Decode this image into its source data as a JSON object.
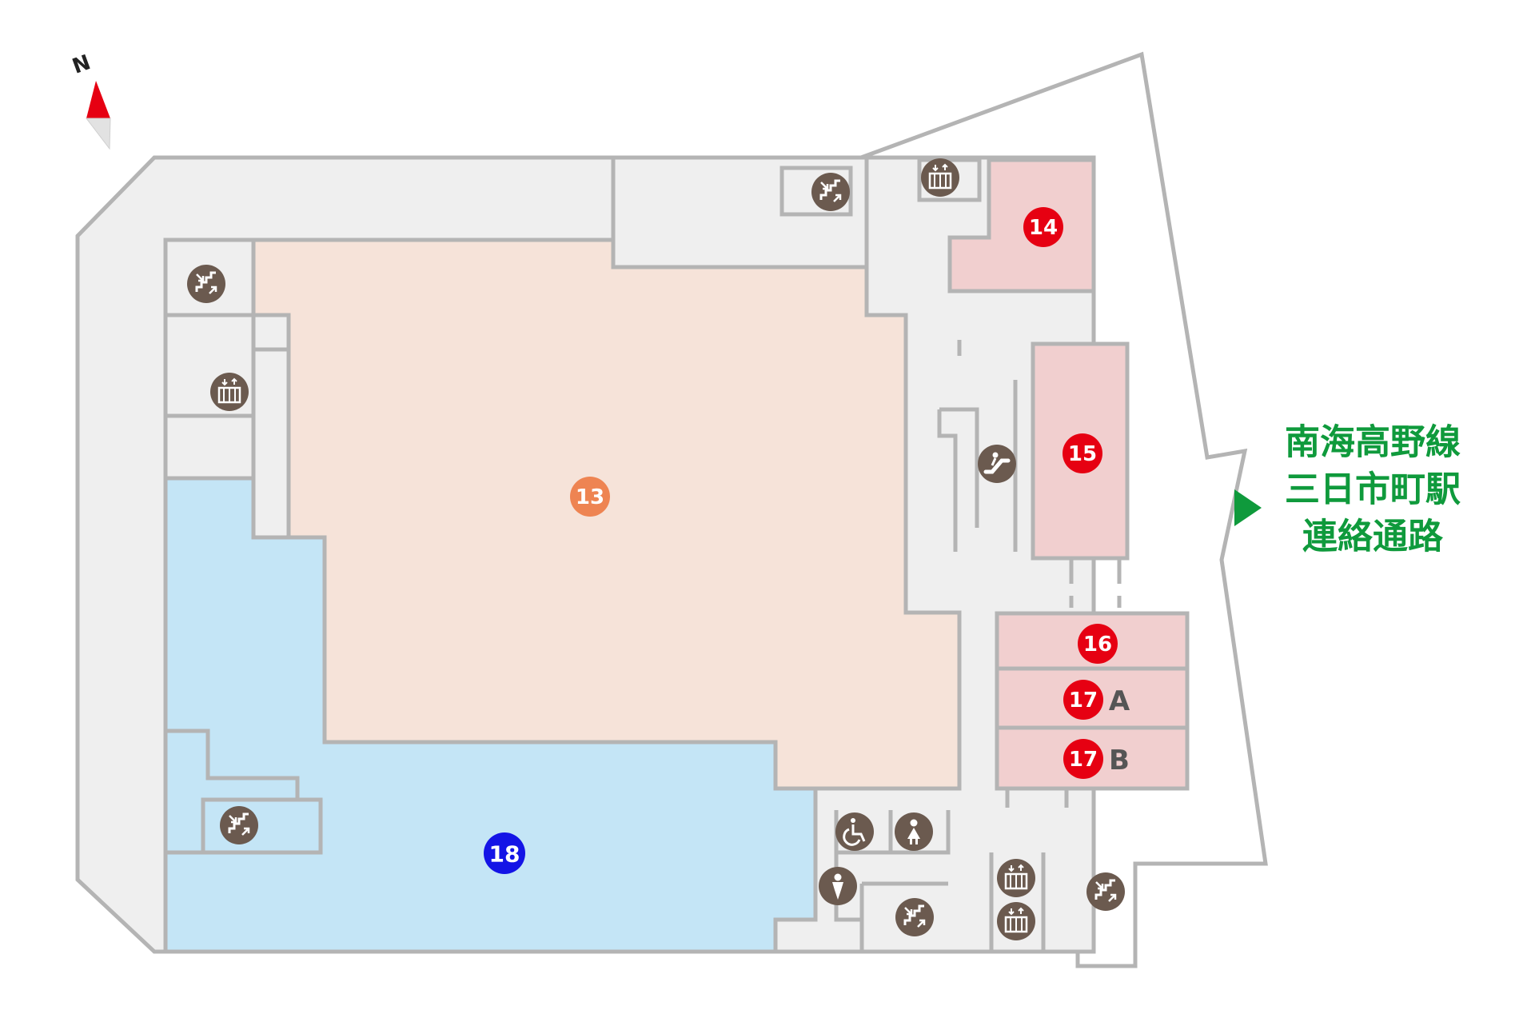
{
  "compass": {
    "label": "N",
    "icon": "north-arrow-icon",
    "color": "#e60012"
  },
  "connector": {
    "lines": [
      "南海高野線",
      "三日市町駅",
      "連絡通路"
    ],
    "arrow_icon": "play-triangle-icon",
    "color": "#0f9a3c"
  },
  "colors": {
    "corridor": "#efefef",
    "wall": "#b4b4b4",
    "zone_13": "#f6e3d9",
    "zone_18": "#c4e5f6",
    "shop": "#f1cfcf",
    "badge_red": "#e60012",
    "badge_orange": "#ee8452",
    "badge_blue": "#1414e6",
    "facility_icon": "#6b5a4f"
  },
  "zones": [
    {
      "id": "13",
      "number": "13",
      "suffix": "",
      "badge_color": "#ee8452"
    },
    {
      "id": "14",
      "number": "14",
      "suffix": "",
      "badge_color": "#e60012"
    },
    {
      "id": "15",
      "number": "15",
      "suffix": "",
      "badge_color": "#e60012"
    },
    {
      "id": "16",
      "number": "16",
      "suffix": "",
      "badge_color": "#e60012"
    },
    {
      "id": "17A",
      "number": "17",
      "suffix": "A",
      "badge_color": "#e60012"
    },
    {
      "id": "17B",
      "number": "17",
      "suffix": "B",
      "badge_color": "#e60012"
    },
    {
      "id": "18",
      "number": "18",
      "suffix": "",
      "badge_color": "#1414e6"
    }
  ],
  "facilities": [
    {
      "type": "stairs",
      "icon": "stairs-icon"
    },
    {
      "type": "elevator",
      "icon": "elevator-icon"
    },
    {
      "type": "stairs",
      "icon": "stairs-icon"
    },
    {
      "type": "elevator",
      "icon": "elevator-icon"
    },
    {
      "type": "escalator",
      "icon": "escalator-icon"
    },
    {
      "type": "stairs",
      "icon": "stairs-icon"
    },
    {
      "type": "wheelchair-restroom",
      "icon": "wheelchair-icon"
    },
    {
      "type": "womens-restroom",
      "icon": "woman-icon"
    },
    {
      "type": "mens-restroom",
      "icon": "man-icon"
    },
    {
      "type": "stairs",
      "icon": "stairs-icon"
    },
    {
      "type": "elevator",
      "icon": "elevator-icon"
    },
    {
      "type": "elevator",
      "icon": "elevator-icon"
    },
    {
      "type": "stairs",
      "icon": "stairs-icon"
    }
  ]
}
